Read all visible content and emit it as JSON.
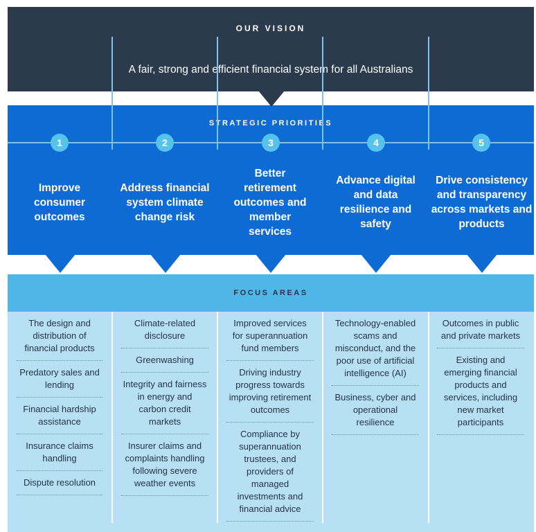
{
  "vision": {
    "title": "OUR VISION",
    "statement": "A fair, strong and efficient financial system for all Australians"
  },
  "strategic": {
    "title": "STRATEGIC PRIORITIES",
    "priorities": [
      {
        "number": "1",
        "label": "Improve consumer outcomes"
      },
      {
        "number": "2",
        "label": "Address financial system climate change risk"
      },
      {
        "number": "3",
        "label": "Better retirement outcomes and member services"
      },
      {
        "number": "4",
        "label": "Advance digital and data resilience and safety"
      },
      {
        "number": "5",
        "label": "Drive consistency and transparency across markets and products"
      }
    ]
  },
  "focus": {
    "title": "FOCUS AREAS",
    "columns": [
      [
        "The design and distribution of financial products",
        "Predatory sales and lending",
        "Financial hardship assistance",
        "Insurance claims handling",
        "Dispute resolution"
      ],
      [
        "Climate-related disclosure",
        "Greenwashing",
        "Integrity and fairness in energy and carbon credit markets",
        "Insurer claims and complaints handling following severe weather events"
      ],
      [
        "Improved services for superannuation fund members",
        "Driving industry progress towards improving retirement outcomes",
        "Compliance by superannuation trustees, and providers of managed investments and financial advice"
      ],
      [
        "Technology-enabled scams and misconduct, and the poor use of artificial intelligence (AI)",
        "Business, cyber and operational resilience"
      ],
      [
        "Outcomes in public and private markets",
        "Existing and emerging financial products and services, including new market participants"
      ]
    ]
  },
  "colors": {
    "vision_bg": "#2b3a4d",
    "priorities_bg": "#0f6bd4",
    "number_badge": "#56c3ec",
    "focus_header_bg": "#4fb7e7",
    "focus_body_bg": "#b7e0f5"
  }
}
